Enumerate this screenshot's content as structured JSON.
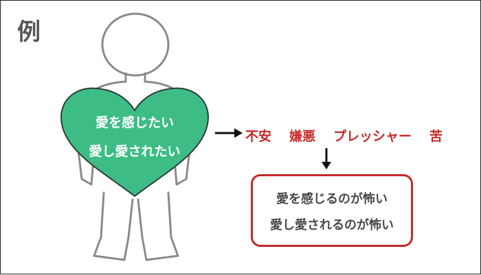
{
  "title": "例",
  "heart": {
    "line1": "愛を感じたい",
    "line2": "愛し愛されたい",
    "color": "#3dbd85"
  },
  "effects": [
    "不安",
    "嫌悪",
    "プレッシャー",
    "苦"
  ],
  "result": {
    "line1": "愛を感じるのが怖い",
    "line2": "愛し愛されるのが怖い"
  },
  "colors": {
    "effect_text": "#c62828",
    "box_border": "#c62828",
    "arrow": "#111111",
    "figure_outline": "#8a8a8a"
  }
}
